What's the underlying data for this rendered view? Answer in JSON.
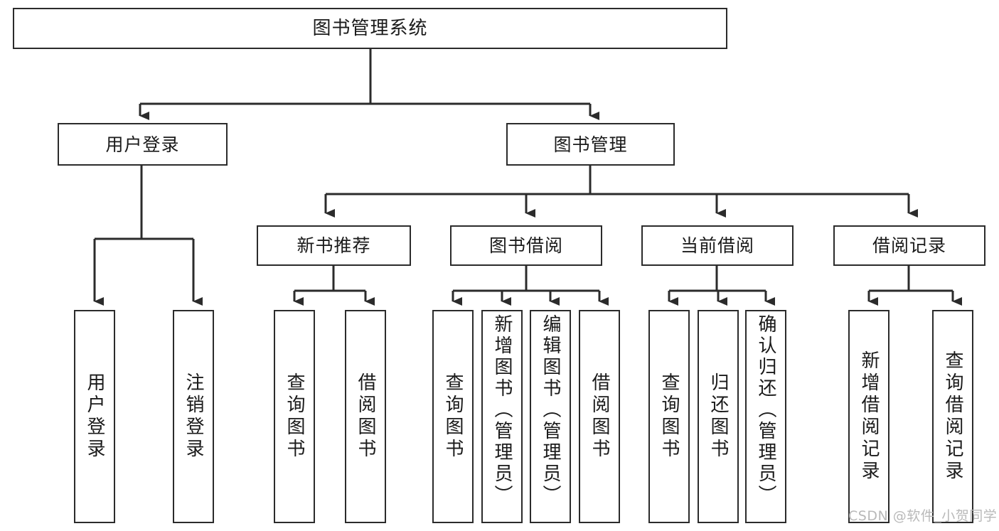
{
  "diagram": {
    "title": "图书管理系统",
    "type": "tree-hierarchy",
    "colors": {
      "background": "#ffffff",
      "node_fill": "#ffffff",
      "node_stroke": "#2b2b2b",
      "edge_stroke": "#2b2b2b",
      "text": "#1a1a1a",
      "watermark": "#b9b9b9"
    },
    "levels": {
      "root": "图书管理系统",
      "level2": [
        "用户登录",
        "图书管理"
      ],
      "level3": [
        "新书推荐",
        "图书借阅",
        "当前借阅",
        "借阅记录"
      ]
    },
    "nodes": {
      "root": {
        "label": "图书管理系统"
      },
      "user_login": {
        "label": "用户登录"
      },
      "book_manage": {
        "label": "图书管理"
      },
      "new_book_rec": {
        "label": "新书推荐"
      },
      "book_borrow": {
        "label": "图书借阅"
      },
      "current_borrow": {
        "label": "当前借阅"
      },
      "borrow_record": {
        "label": "借阅记录"
      },
      "leaf_user_login": {
        "label": "用户登录"
      },
      "leaf_user_logout": {
        "label": "注销登录"
      },
      "leaf_query_book_a": {
        "label": "查询图书"
      },
      "leaf_borrow_book_a": {
        "label": "借阅图书"
      },
      "leaf_query_book_b": {
        "label": "查询图书"
      },
      "leaf_add_book": {
        "label": "新增图书（管理员）"
      },
      "leaf_edit_book": {
        "label": "编辑图书（管理员）"
      },
      "leaf_borrow_book_b": {
        "label": "借阅图书"
      },
      "leaf_query_book_c": {
        "label": "查询图书"
      },
      "leaf_return_book": {
        "label": "归还图书"
      },
      "leaf_confirm_return": {
        "label": "确认归还（管理员）"
      },
      "leaf_add_record": {
        "label": "新增借阅记录"
      },
      "leaf_query_record": {
        "label": "查询借阅记录"
      }
    },
    "edges": [
      {
        "from": "root",
        "to": "user_login"
      },
      {
        "from": "root",
        "to": "book_manage"
      },
      {
        "from": "user_login",
        "to": "leaf_user_login"
      },
      {
        "from": "user_login",
        "to": "leaf_user_logout"
      },
      {
        "from": "book_manage",
        "to": "new_book_rec"
      },
      {
        "from": "book_manage",
        "to": "book_borrow"
      },
      {
        "from": "book_manage",
        "to": "current_borrow"
      },
      {
        "from": "book_manage",
        "to": "borrow_record"
      },
      {
        "from": "new_book_rec",
        "to": "leaf_query_book_a"
      },
      {
        "from": "new_book_rec",
        "to": "leaf_borrow_book_a"
      },
      {
        "from": "book_borrow",
        "to": "leaf_query_book_b"
      },
      {
        "from": "book_borrow",
        "to": "leaf_add_book"
      },
      {
        "from": "book_borrow",
        "to": "leaf_edit_book"
      },
      {
        "from": "book_borrow",
        "to": "leaf_borrow_book_b"
      },
      {
        "from": "current_borrow",
        "to": "leaf_query_book_c"
      },
      {
        "from": "current_borrow",
        "to": "leaf_return_book"
      },
      {
        "from": "current_borrow",
        "to": "leaf_confirm_return"
      },
      {
        "from": "borrow_record",
        "to": "leaf_add_record"
      },
      {
        "from": "borrow_record",
        "to": "leaf_query_record"
      }
    ]
  },
  "watermark": {
    "text": "CSDN @软件_小贺同学"
  }
}
